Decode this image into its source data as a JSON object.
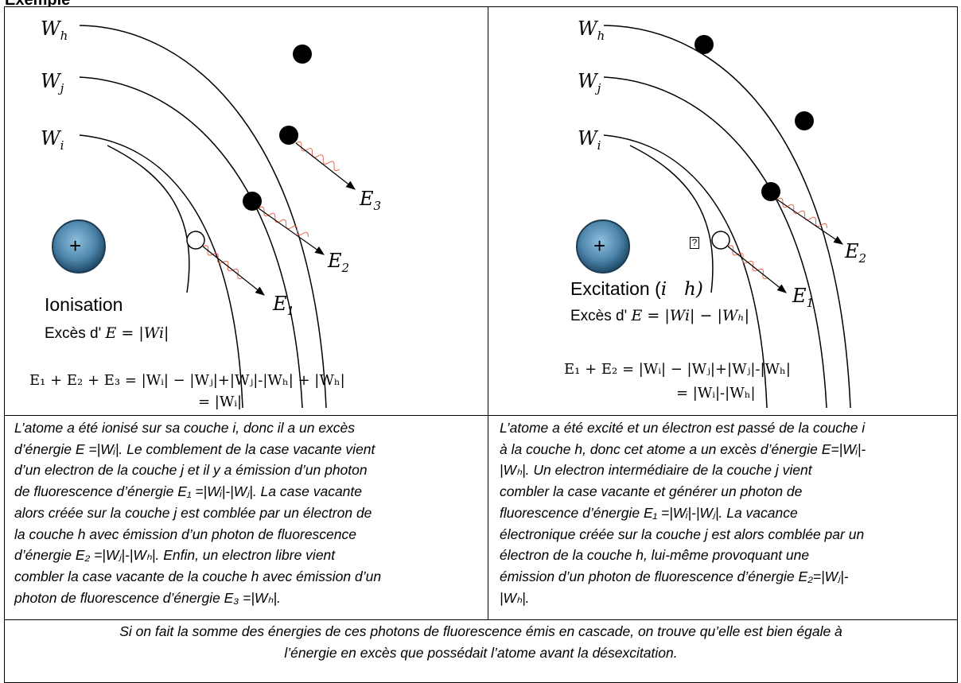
{
  "header": {
    "title": "Exemple"
  },
  "left_figure": {
    "levels": {
      "wh": "W",
      "wh_sub": "h",
      "wj": "W",
      "wj_sub": "j",
      "wi": "W",
      "wi_sub": "i"
    },
    "nucleus_symbol": "+",
    "photons": {
      "e1": "E",
      "e1_sub": "1",
      "e2": "E",
      "e2_sub": "2",
      "e3": "E",
      "e3_sub": "3"
    },
    "process_label": "Ionisation",
    "excess_prefix": "Excès d'",
    "excess_formula": "E  =  |Wi|",
    "sum_line1": "E₁ + E₂ + E₃ = |Wᵢ| − |Wⱼ|+|Wⱼ|-|Wₕ| + |Wₕ|",
    "sum_line2": "= |Wᵢ|"
  },
  "right_figure": {
    "levels": {
      "wh": "W",
      "wh_sub": "h",
      "wj": "W",
      "wj_sub": "j",
      "wi": "W",
      "wi_sub": "i"
    },
    "nucleus_symbol": "+",
    "missing_glyph": "?",
    "photons": {
      "e1": "E",
      "e1_sub": "1",
      "e2": "E",
      "e2_sub": "2"
    },
    "process_label": "Excitation (",
    "process_math": "i   h)",
    "excess_prefix": "Excès d'",
    "excess_formula": "E = |Wi| − |Wₕ|",
    "sum_line1": "E₁ + E₂ = |Wᵢ| − |Wⱼ|+|Wⱼ|-|Wₕ|",
    "sum_line2": "= |Wᵢ|-|Wₕ|"
  },
  "left_text": [
    "L’atome a été ionisé sur sa couche i, donc il a un excès",
    "d’énergie E =|Wᵢ|. Le comblement de la case vacante vient",
    "d’un electron de la couche j et il y a émission d’un photon",
    "de fluorescence d’énergie E₁ =|Wᵢ|-|Wⱼ|. La case vacante",
    "alors créée sur la couche j est comblée par un électron de",
    "la couche h avec émission d’un photon de fluorescence",
    "d’énergie E₂ =|Wⱼ|-|Wₕ|. Enfin, un electron libre vient",
    "combler la case vacante de la couche h avec émission d’un",
    "photon de fluorescence d’énergie E₃ =|Wₕ|."
  ],
  "right_text": [
    "L’atome a été excité et un électron est passé de la couche i",
    "à la couche h, donc cet atome a un excès d’énergie E=|Wᵢ|-",
    "|Wₕ|. Un electron intermédiaire de la couche j vient",
    "combler la case vacante et générer un photon de",
    "fluorescence d’énergie E₁ =|Wᵢ|-|Wⱼ|. La vacance",
    "électronique créée sur la couche j est alors comblée par un",
    "électron de la couche h, lui-même provoquant une",
    "émission d’un photon de fluorescence d’énergie E₂=|Wⱼ|-",
    "|Wₕ|."
  ],
  "bottom_text": [
    "Si on fait la somme des énergies de ces photons de fluorescence émis en cascade, on trouve qu’elle est bien égale à",
    "l’énergie en excès que possédait l’atome avant la désexcitation."
  ],
  "colors": {
    "wave": "#e8634a",
    "nucleus_dark": "#2e5e7e",
    "nucleus_light": "#6fa3c6",
    "border": "#000000"
  }
}
